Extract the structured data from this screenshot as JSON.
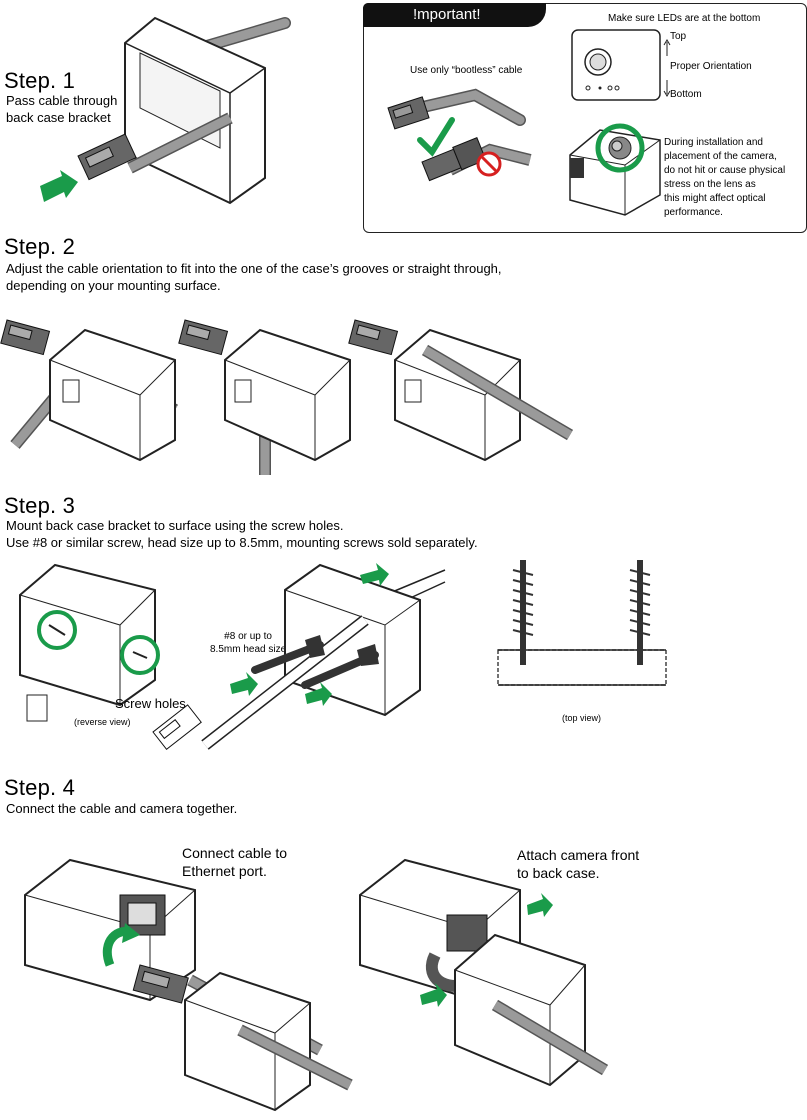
{
  "important": {
    "title": "!mportant!",
    "bootless_note": "Use only “bootless” cable",
    "led_note": "Make sure LEDs are at the bottom",
    "top": "Top",
    "orientation": "Proper Orientation",
    "bottom": "Bottom",
    "lens_note": [
      "During installation and",
      "placement of the camera,",
      "do not hit or cause physical",
      "stress on the lens as",
      "this might affect optical",
      "performance."
    ]
  },
  "step1": {
    "title": "Step. 1",
    "desc": [
      "Pass cable through",
      "back case bracket"
    ]
  },
  "step2": {
    "title": "Step. 2",
    "desc": [
      "Adjust the cable orientation to fit into the one of the case’s grooves or straight through,",
      "depending on your mounting surface."
    ]
  },
  "step3": {
    "title": "Step. 3",
    "desc": [
      "Mount back case bracket to surface using the screw holes.",
      "Use #8 or similar screw, head size up to 8.5mm, mounting screws sold separately."
    ],
    "screw_label": [
      "#8 or up to",
      "8.5mm head size"
    ],
    "screw_holes": "Screw holes",
    "reverse_view": "(reverse view)",
    "top_view": "(top view)"
  },
  "step4": {
    "title": "Step. 4",
    "desc": "Connect the cable and camera together.",
    "connect_label": [
      "Connect cable to",
      "Ethernet port."
    ],
    "attach_label": [
      "Attach camera front",
      "to back case."
    ]
  },
  "colors": {
    "accent_green": "#1a9b4a",
    "warning_red": "#d62020",
    "line": "#222222",
    "cable_gray": "#8a8a8a"
  }
}
